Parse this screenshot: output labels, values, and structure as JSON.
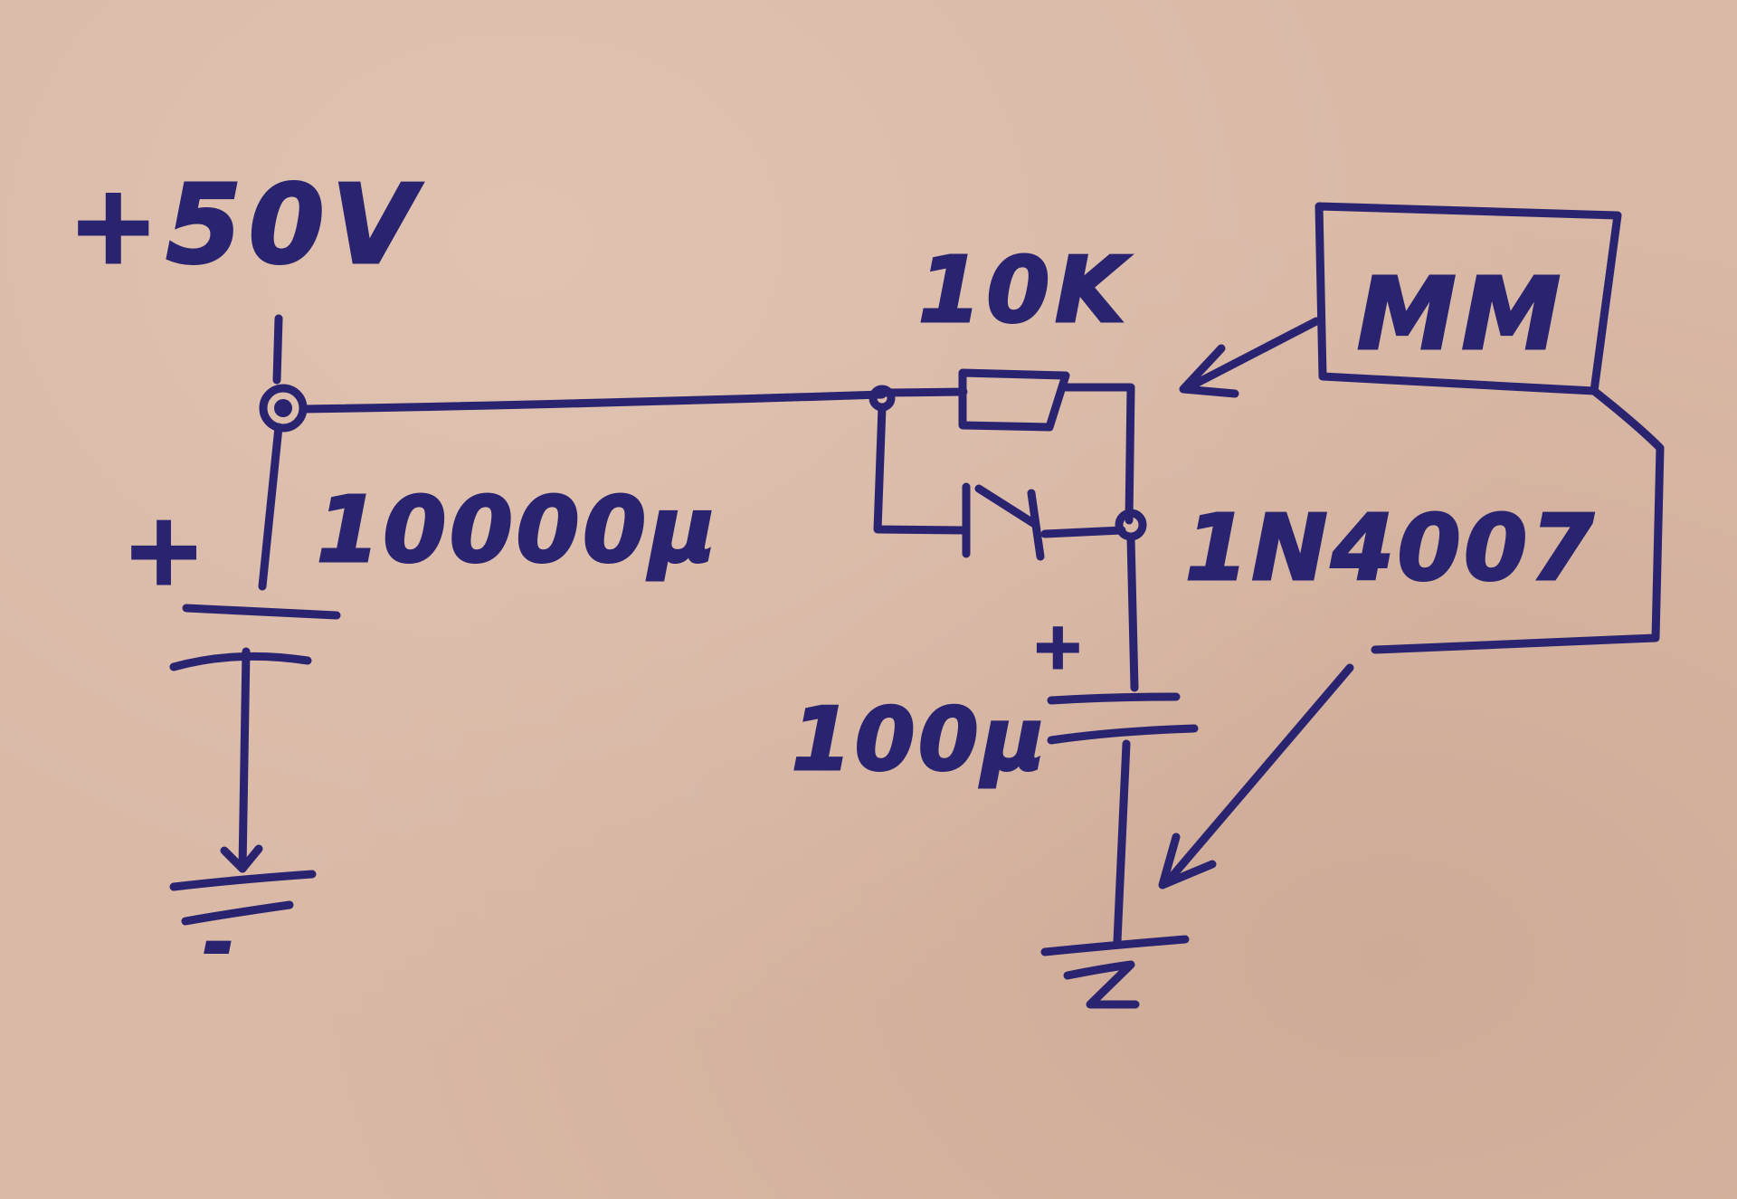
{
  "labels": {
    "supply": "+50V",
    "big_cap_value": "10000µ",
    "big_cap_polarity": "+",
    "resistor_value": "10K",
    "diode_part": "1N4007",
    "small_cap_value": "100µ",
    "small_cap_polarity": "+",
    "meter": "MM",
    "ground_sign": "-"
  },
  "colors": {
    "ink": "#2a2470",
    "paper": "#d9b8a5"
  }
}
